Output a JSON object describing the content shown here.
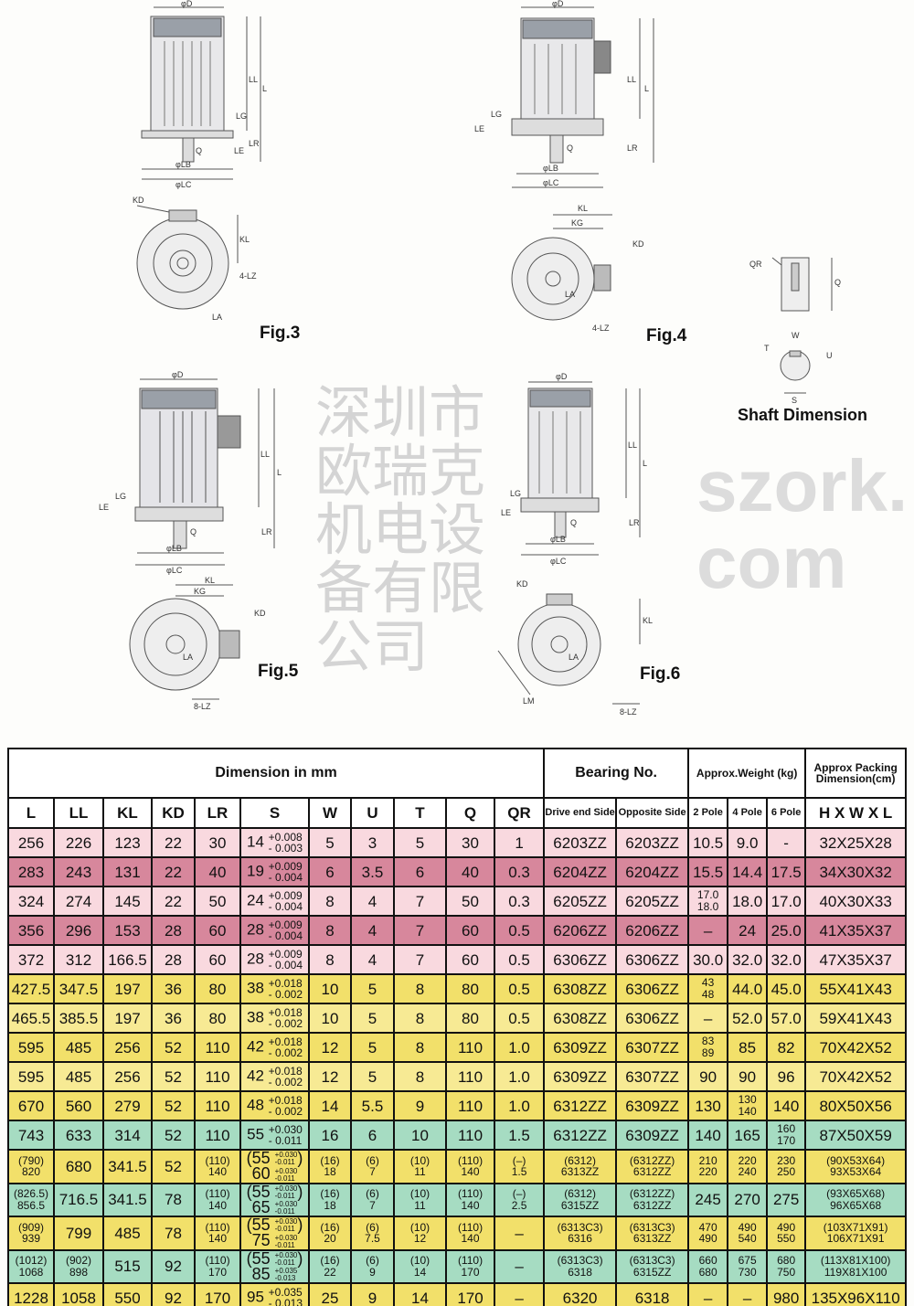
{
  "figures": {
    "fig3": {
      "caption": "Fig.3",
      "labels": {
        "d": "φD",
        "ll": "LL",
        "l": "L",
        "lg": "LG",
        "le": "LE",
        "lr": "LR",
        "q": "Q",
        "lb": "φLB",
        "lc": "φLC",
        "kd": "KD",
        "kl": "KL",
        "lz": "4-LZ",
        "la": "LA"
      }
    },
    "fig4": {
      "caption": "Fig.4",
      "labels": {
        "d": "φD",
        "ll": "LL",
        "l": "L",
        "lg": "LG",
        "le": "LE",
        "lr": "LR",
        "q": "Q",
        "lb": "φLB",
        "lc": "φLC",
        "kd": "KD",
        "kl": "KL",
        "kg": "KG",
        "lz": "4-LZ",
        "la": "LA"
      }
    },
    "fig5": {
      "caption": "Fig.5",
      "labels": {
        "d": "φD",
        "ll": "LL",
        "l": "L",
        "lg": "LG",
        "le": "LE",
        "lr": "LR",
        "q": "Q",
        "lb": "φLB",
        "lc": "φLC",
        "kd": "KD",
        "kl": "KL",
        "kg": "KG",
        "lz": "8-LZ",
        "la": "LA"
      }
    },
    "fig6": {
      "caption": "Fig.6",
      "labels": {
        "d": "φD",
        "ll": "LL",
        "l": "L",
        "lg": "LG",
        "le": "LE",
        "lr": "LR",
        "q": "Q",
        "lb": "φLB",
        "lc": "φLC",
        "kd": "KD",
        "kl": "KL",
        "lz": "8-LZ",
        "la": "LA",
        "lm": "LM"
      }
    },
    "shaft": {
      "caption": "Shaft Dimension",
      "labels": {
        "qr": "QR",
        "q": "Q",
        "w": "W",
        "u": "U",
        "s": "S",
        "t": "T"
      }
    }
  },
  "watermarks": {
    "company": "深圳市欧瑞克机电设备有限公司",
    "site": "szork.com"
  },
  "table": {
    "group_headers": {
      "dimension": "Dimension in mm",
      "bearing": "Bearing No.",
      "weight": "Approx.Weight (kg)",
      "packing": "Approx Packing Dimension(cm)"
    },
    "columns": [
      "L",
      "LL",
      "KL",
      "KD",
      "LR",
      "S",
      "W",
      "U",
      "T",
      "Q",
      "QR",
      "Drive end Side",
      "Opposite Side",
      "2 Pole",
      "4 Pole",
      "6 Pole",
      "H X W X L"
    ],
    "rows": [
      {
        "style": "lp",
        "cells": [
          "256",
          "226",
          "123",
          "22",
          "30",
          {
            "lines": [
              {
                "v": "14",
                "t": [
                  "+0.008",
                  "- 0.003"
                ]
              }
            ]
          },
          "5",
          "3",
          "5",
          "30",
          "1",
          "6203ZZ",
          "6203ZZ",
          "10.5",
          "9.0",
          "-",
          "32X25X28"
        ]
      },
      {
        "style": "dp",
        "cells": [
          "283",
          "243",
          "131",
          "22",
          "40",
          {
            "lines": [
              {
                "v": "19",
                "t": [
                  "+0.009",
                  "- 0.004"
                ]
              }
            ]
          },
          "6",
          "3.5",
          "6",
          "40",
          "0.3",
          "6204ZZ",
          "6204ZZ",
          "15.5",
          "14.4",
          "17.5",
          "34X30X32"
        ]
      },
      {
        "style": "lp",
        "cells": [
          "324",
          "274",
          "145",
          "22",
          "50",
          {
            "lines": [
              {
                "v": "24",
                "t": [
                  "+0.009",
                  "- 0.004"
                ]
              }
            ]
          },
          "8",
          "4",
          "7",
          "50",
          "0.3",
          "6205ZZ",
          "6205ZZ",
          "17.0\n18.0",
          "18.0",
          "17.0",
          "40X30X33"
        ]
      },
      {
        "style": "dp",
        "cells": [
          "356",
          "296",
          "153",
          "28",
          "60",
          {
            "lines": [
              {
                "v": "28",
                "t": [
                  "+0.009",
                  "- 0.004"
                ]
              }
            ]
          },
          "8",
          "4",
          "7",
          "60",
          "0.5",
          "6206ZZ",
          "6206ZZ",
          "–",
          "24",
          "25.0",
          "41X35X37"
        ]
      },
      {
        "style": "lp",
        "cells": [
          "372",
          "312",
          "166.5",
          "28",
          "60",
          {
            "lines": [
              {
                "v": "28",
                "t": [
                  "+0.009",
                  "- 0.004"
                ]
              }
            ]
          },
          "8",
          "4",
          "7",
          "60",
          "0.5",
          "6306ZZ",
          "6306ZZ",
          "30.0",
          "32.0",
          "32.0",
          "47X35X37"
        ]
      },
      {
        "style": "y",
        "cells": [
          "427.5",
          "347.5",
          "197",
          "36",
          "80",
          {
            "lines": [
              {
                "v": "38",
                "t": [
                  "+0.018",
                  "- 0.002"
                ]
              }
            ]
          },
          "10",
          "5",
          "8",
          "80",
          "0.5",
          "6308ZZ",
          "6306ZZ",
          "43\n48",
          "44.0",
          "45.0",
          "55X41X43"
        ]
      },
      {
        "style": "ly",
        "cells": [
          "465.5",
          "385.5",
          "197",
          "36",
          "80",
          {
            "lines": [
              {
                "v": "38",
                "t": [
                  "+0.018",
                  "- 0.002"
                ]
              }
            ]
          },
          "10",
          "5",
          "8",
          "80",
          "0.5",
          "6308ZZ",
          "6306ZZ",
          "–",
          "52.0",
          "57.0",
          "59X41X43"
        ]
      },
      {
        "style": "y",
        "cells": [
          "595",
          "485",
          "256",
          "52",
          "110",
          {
            "lines": [
              {
                "v": "42",
                "t": [
                  "+0.018",
                  "- 0.002"
                ]
              }
            ]
          },
          "12",
          "5",
          "8",
          "110",
          "1.0",
          "6309ZZ",
          "6307ZZ",
          "83\n89",
          "85",
          "82",
          "70X42X52"
        ]
      },
      {
        "style": "ly",
        "cells": [
          "595",
          "485",
          "256",
          "52",
          "110",
          {
            "lines": [
              {
                "v": "42",
                "t": [
                  "+0.018",
                  "- 0.002"
                ]
              }
            ]
          },
          "12",
          "5",
          "8",
          "110",
          "1.0",
          "6309ZZ",
          "6307ZZ",
          "90",
          "90",
          "96",
          "70X42X52"
        ]
      },
      {
        "style": "y",
        "cells": [
          "670",
          "560",
          "279",
          "52",
          "110",
          {
            "lines": [
              {
                "v": "48",
                "t": [
                  "+0.018",
                  "- 0.002"
                ]
              }
            ]
          },
          "14",
          "5.5",
          "9",
          "110",
          "1.0",
          "6312ZZ",
          "6309ZZ",
          "130",
          "130\n140",
          "140",
          "80X50X56"
        ]
      },
      {
        "style": "g",
        "cells": [
          "743",
          "633",
          "314",
          "52",
          "110",
          {
            "lines": [
              {
                "v": "55",
                "t": [
                  "+0.030",
                  "- 0.011"
                ]
              }
            ]
          },
          "16",
          "6",
          "10",
          "110",
          "1.5",
          "6312ZZ",
          "6309ZZ",
          "140",
          "165",
          "160\n170",
          "87X50X59"
        ]
      },
      {
        "style": "y",
        "cells": [
          "(790)\n820",
          "680",
          "341.5",
          "52",
          "(110)\n140",
          {
            "lines": [
              {
                "v": "(55",
                "t": [
                  "+0.030",
                  "-0.011"
                ],
                "c": ")"
              },
              {
                "v": "60",
                "t": [
                  "+0.030",
                  "-0.011"
                ]
              }
            ]
          },
          "(16)\n18",
          "(6)\n7",
          "(10)\n11",
          "(110)\n140",
          "(–)\n1.5",
          "(6312)\n6313ZZ",
          "(6312ZZ)\n6312ZZ",
          "210\n220",
          "220\n240",
          "230\n250",
          "(90X53X64)\n93X53X64"
        ]
      },
      {
        "style": "g",
        "cells": [
          "(826.5)\n856.5",
          "716.5",
          "341.5",
          "78",
          "(110)\n140",
          {
            "lines": [
              {
                "v": "(55",
                "t": [
                  "+0.030",
                  "-0.011"
                ],
                "c": ")"
              },
              {
                "v": "65",
                "t": [
                  "+0.030",
                  "-0.011"
                ]
              }
            ]
          },
          "(16)\n18",
          "(6)\n7",
          "(10)\n11",
          "(110)\n140",
          "(–)\n2.5",
          "(6312)\n6315ZZ",
          "(6312ZZ)\n6312ZZ",
          "245",
          "270",
          "275",
          "(93X65X68)\n96X65X68"
        ]
      },
      {
        "style": "y",
        "cells": [
          "(909)\n939",
          "799",
          "485",
          "78",
          "(110)\n140",
          {
            "lines": [
              {
                "v": "(55",
                "t": [
                  "+0.030",
                  "-0.011"
                ],
                "c": ")"
              },
              {
                "v": "75",
                "t": [
                  "+0.030",
                  "-0.011"
                ]
              }
            ]
          },
          "(16)\n20",
          "(6)\n7.5",
          "(10)\n12",
          "(110)\n140",
          "–",
          "(6313C3)\n6316",
          "(6313C3)\n6313ZZ",
          "470\n490",
          "490\n540",
          "490\n550",
          "(103X71X91)\n106X71X91"
        ]
      },
      {
        "style": "g",
        "cells": [
          "(1012)\n1068",
          "(902)\n898",
          "515",
          "92",
          "(110)\n170",
          {
            "lines": [
              {
                "v": "(55",
                "t": [
                  "+0.030",
                  "-0.011"
                ],
                "c": ")"
              },
              {
                "v": "85",
                "t": [
                  "+0.035",
                  "-0.013"
                ]
              }
            ]
          },
          "(16)\n22",
          "(6)\n9",
          "(10)\n14",
          "(110)\n170",
          "–",
          "(6313C3)\n6318",
          "(6313C3)\n6315ZZ",
          "660\n680",
          "675\n730",
          "680\n750",
          "(113X81X100)\n119X81X100"
        ]
      },
      {
        "style": "y",
        "cells": [
          "1228",
          "1058",
          "550",
          "92",
          "170",
          {
            "lines": [
              {
                "v": "95",
                "t": [
                  "+0.035",
                  "- 0.013"
                ]
              }
            ]
          },
          "25",
          "9",
          "14",
          "170",
          "–",
          "6320",
          "6318",
          "–",
          "–",
          "980",
          "135X96X110"
        ]
      }
    ]
  }
}
